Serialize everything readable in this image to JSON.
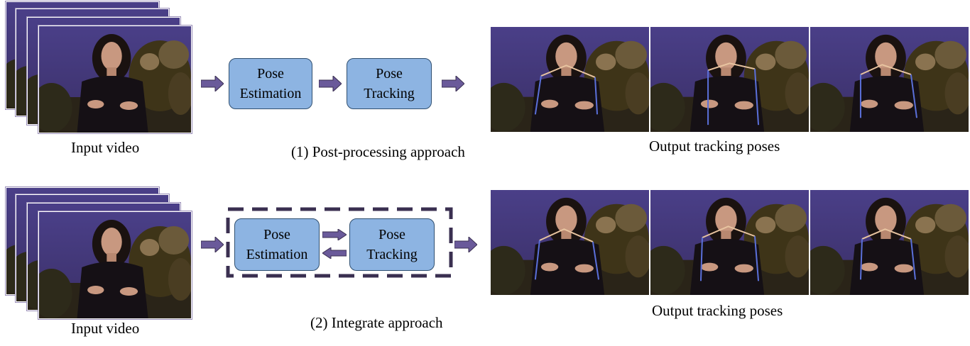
{
  "row1": {
    "input_label": "Input video",
    "box1_line1": "Pose",
    "box1_line2": "Estimation",
    "box2_line1": "Pose",
    "box2_line2": "Tracking",
    "caption": "(1) Post-processing approach",
    "output_label": "Output tracking poses"
  },
  "row2": {
    "input_label": "Input video",
    "box1_line1": "Pose",
    "box1_line2": "Estimation",
    "box2_line1": "Pose",
    "box2_line2": "Tracking",
    "caption": "(2) Integrate approach",
    "output_label": "Output tracking poses"
  },
  "colors": {
    "box_fill": "#8db4e2",
    "arrow_fill": "#6a5a9a",
    "dashed_border": "#3a2f50",
    "skeleton_limb": "#5a6fd8",
    "skeleton_shoulder": "#e8c4a0"
  }
}
